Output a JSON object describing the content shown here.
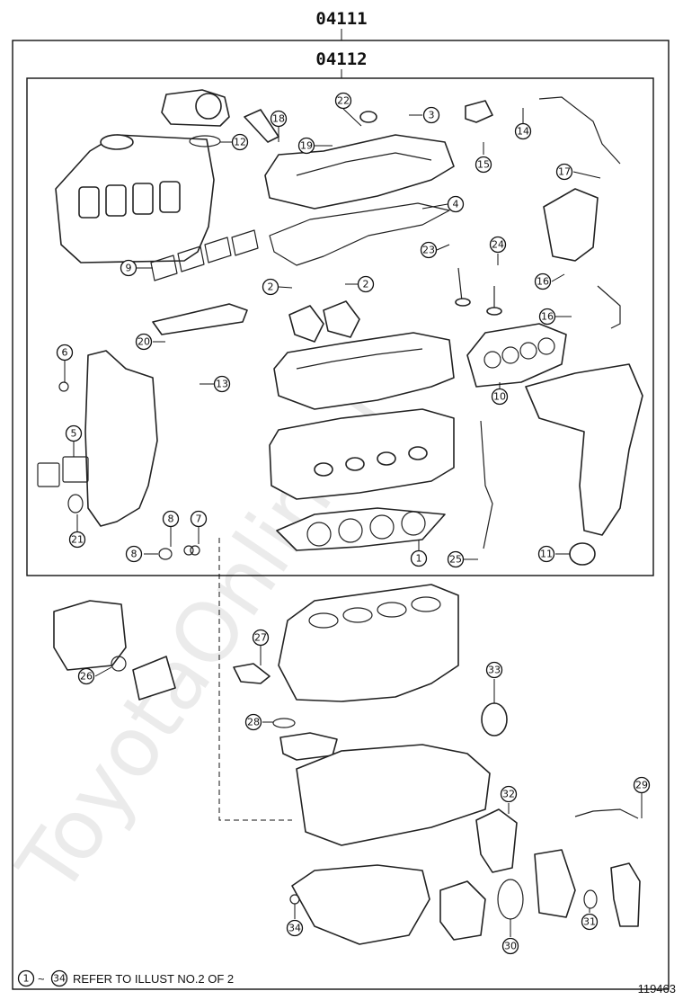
{
  "header": {
    "outer_code": "04111",
    "inner_code": "04112"
  },
  "watermark": "ToyotaOnline.ru",
  "callouts": [
    "1",
    "2",
    "3",
    "4",
    "5",
    "6",
    "7",
    "8",
    "9",
    "10",
    "11",
    "12",
    "13",
    "14",
    "15",
    "16",
    "17",
    "18",
    "19",
    "20",
    "21",
    "22",
    "23",
    "24",
    "25",
    "26",
    "27",
    "28",
    "29",
    "30",
    "31",
    "32",
    "33",
    "34"
  ],
  "footer": {
    "range_start": "1",
    "range_sep": "~",
    "range_end": "34",
    "note": "REFER TO ILLUST NO.2 OF 2",
    "figure_id": "119463"
  }
}
